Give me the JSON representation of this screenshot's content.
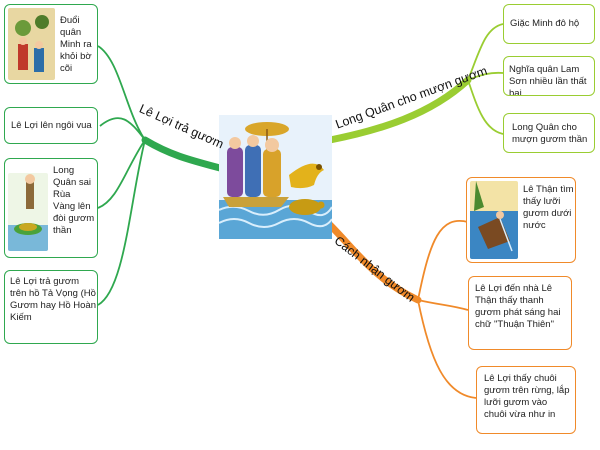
{
  "center": {
    "image": "king-and-golden-turtle-scene"
  },
  "branches": {
    "left": "Lê Lợi trả gươm",
    "right_top": "Long Quân cho mượn gươm",
    "right_bottom": "Cách nhận gươm"
  },
  "left_nodes": [
    {
      "text": "Đuổi quân Minh ra khỏi bờ cõi",
      "image": "battle-scene-thumbnail"
    },
    {
      "text": "Lê Lợi lên ngôi vua"
    },
    {
      "text": "Long Quân sai Rùa Vàng lên đòi gươm thần",
      "image": "golden-turtle-thumbnail"
    },
    {
      "text": "Lê Lợi trả gươm trên hồ Tả Vọng (Hồ Gươm hay Hồ Hoàn Kiếm"
    }
  ],
  "right_top_nodes": [
    {
      "text": "Giặc Minh đô hộ"
    },
    {
      "text": "Nghĩa quân Lam Sơn nhiều lần thất bại"
    },
    {
      "text": "Long Quân cho mượn gươm thần"
    }
  ],
  "right_bottom_nodes": [
    {
      "text": "Lê Thận tìm thấy lưỡi gươm dưới nước",
      "image": "fisherman-net-thumbnail"
    },
    {
      "text": "Lê Lợi đến nhà Lê Thận thấy thanh gươm phát sáng hai chữ \"Thuận Thiên\""
    },
    {
      "text": "Lê Lợi thấy chuôi gươm trên rừng, lắp lưỡi gươm vào chuôi vừa như in"
    }
  ],
  "colors": {
    "left": "#2fa84f",
    "right_top": "#9acd32",
    "right_bottom": "#f08a2a"
  }
}
